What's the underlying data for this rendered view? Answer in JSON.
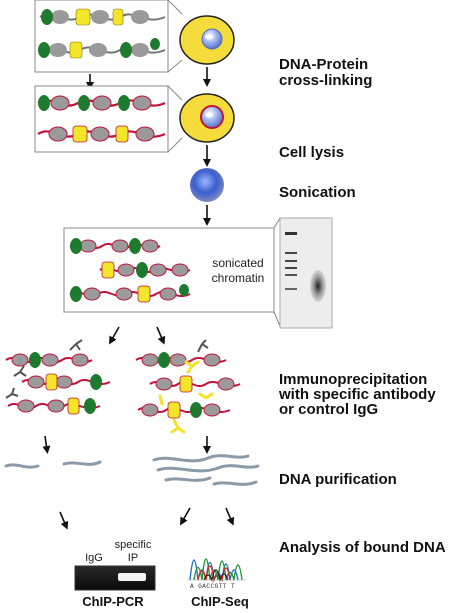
{
  "steps": {
    "crosslinking_line1": "DNA-Protein",
    "crosslinking_line2": "cross-linking",
    "lysis": "Cell lysis",
    "sonication": "Sonication",
    "ip_line1": "Immunoprecipitation",
    "ip_line2": "with specific antibody",
    "ip_line3": "or control IgG",
    "purification": "DNA purification",
    "analysis": "Analysis of bound DNA"
  },
  "panels": {
    "sonicated_line1": "sonicated",
    "sonicated_line2": "chromatin"
  },
  "gel": {
    "igg_label": "IgG",
    "specific_line1": "specific",
    "specific_line2": "IP"
  },
  "methods": {
    "chip_pcr": "ChIP-PCR",
    "chip_seq": "ChIP-Seq"
  },
  "sequence_letters": "A GACCGTT T",
  "colors": {
    "protein_green": "#1e7a2e",
    "protein_yellow": "#f2e52a",
    "dna_red": "#c0143c",
    "histone_gray": "#9a9a9a",
    "cell_yellow": "#f5dc3a",
    "nucleus_blue": "#6f8fd8",
    "sonication_blue": "#3a5fcf",
    "fragment_gray": "#8a9aa8",
    "antibody_yellow": "#f7e12a"
  }
}
